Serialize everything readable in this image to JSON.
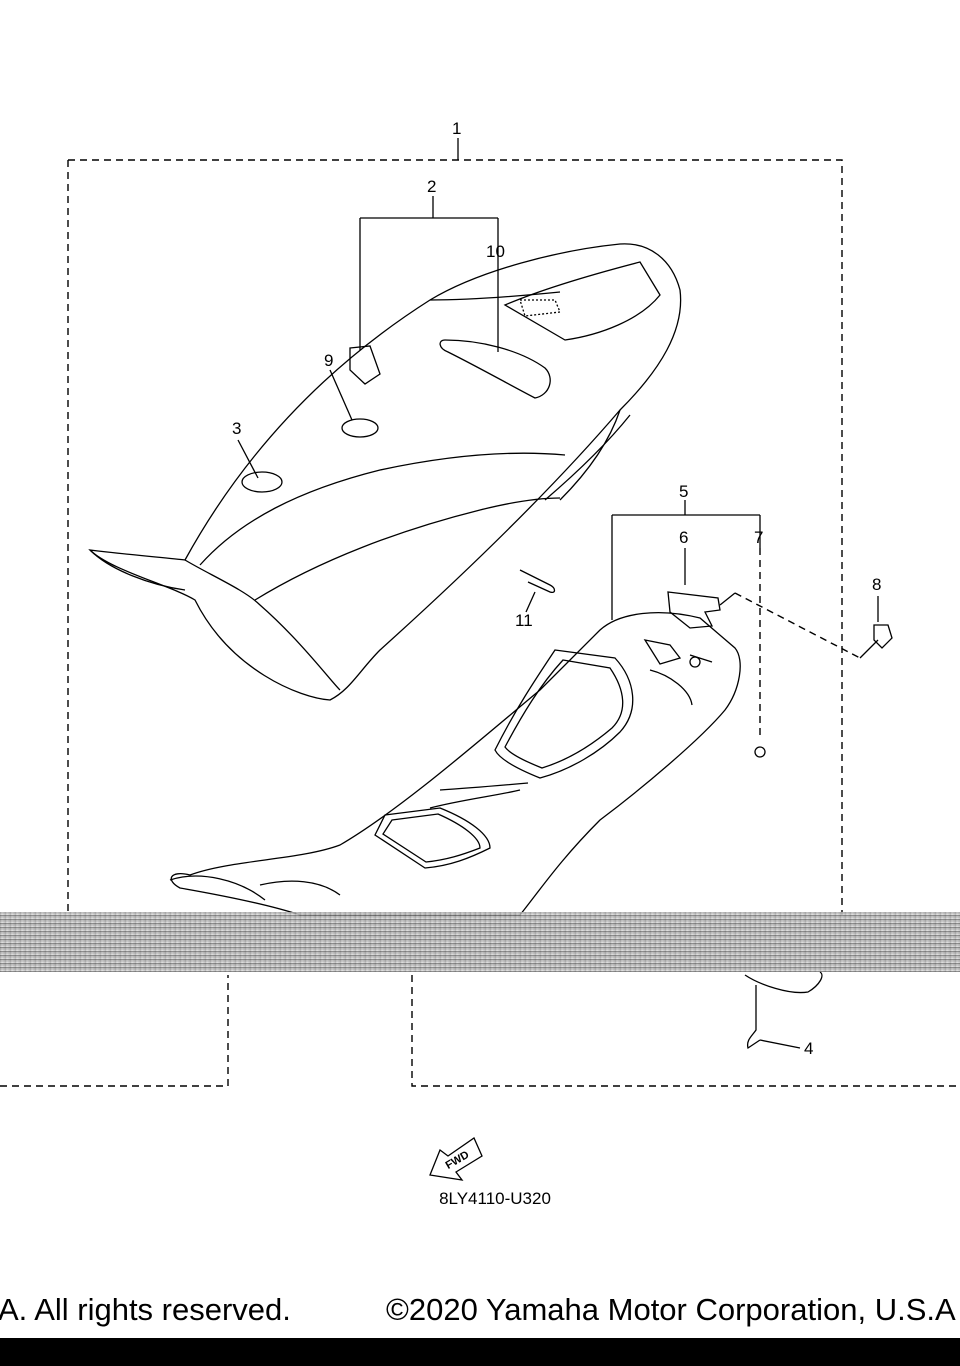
{
  "diagram": {
    "callouts": [
      "1",
      "2",
      "3",
      "4",
      "5",
      "6",
      "7",
      "8",
      "9",
      "10",
      "11"
    ],
    "drawing_code": "8LY4110-U320",
    "fwd_label": "FWD"
  },
  "footer": {
    "left_text": "A. All rights reserved.",
    "right_text": "©2020 Yamaha Motor Corporation, U.S.A"
  }
}
